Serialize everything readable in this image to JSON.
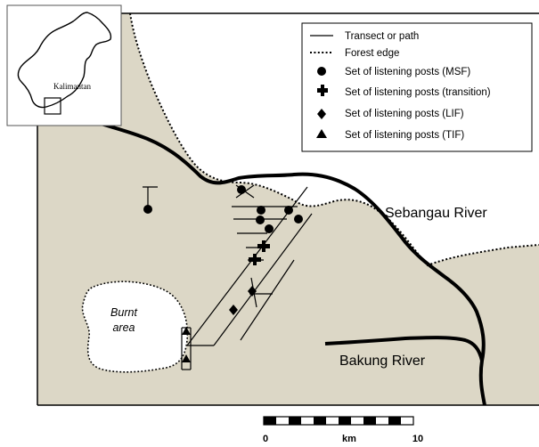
{
  "colors": {
    "land": "#dcd7c6",
    "water": "#ffffff",
    "ink": "#000000"
  },
  "legend": {
    "items": [
      {
        "symbol": "line",
        "label": "Transect or path"
      },
      {
        "symbol": "dotted-line",
        "label": "Forest edge"
      },
      {
        "symbol": "circle",
        "label": "Set of listening posts (MSF)"
      },
      {
        "symbol": "cross",
        "label": "Set of listening posts (transition)"
      },
      {
        "symbol": "diamond",
        "label": "Set of listening posts (LIF)"
      },
      {
        "symbol": "triangle",
        "label": "Set of listening posts (TIF)"
      }
    ]
  },
  "labels": {
    "sebangau_river": "Sebangau River",
    "bakung_river": "Bakung River",
    "burnt_area_line1": "Burnt",
    "burnt_area_line2": "area"
  },
  "inset": {
    "label": "Kalimantan"
  },
  "scale_bar": {
    "label_start": "0",
    "label_unit": "km",
    "label_end": "10"
  }
}
